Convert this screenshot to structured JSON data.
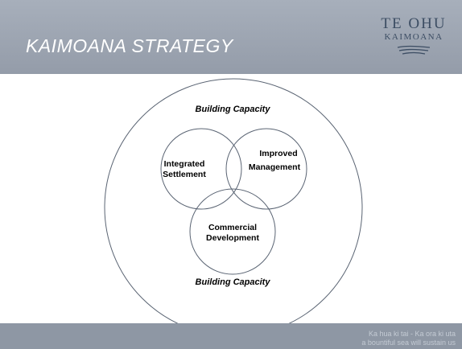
{
  "slide": {
    "title": "KAIMOANA STRATEGY"
  },
  "logo": {
    "line1": "TE OHU",
    "line2": "KAIMOANA"
  },
  "diagram": {
    "outer_top_label": "Building Capacity",
    "outer_bottom_label": "Building Capacity",
    "circles": [
      {
        "line1": "Integrated",
        "line2": "Settlement"
      },
      {
        "line1": "Improved",
        "line2": "Management"
      },
      {
        "line1": "Commercial",
        "line2": "Development"
      }
    ]
  },
  "footer": {
    "line1": "Ka hua ki tai - Ka ora ki uta",
    "line2": "a bountiful sea will sustain us"
  },
  "colors": {
    "header_bg": "#9aa3b0",
    "circle_stroke": "#5a6473",
    "logo_text": "#3c4d63"
  }
}
